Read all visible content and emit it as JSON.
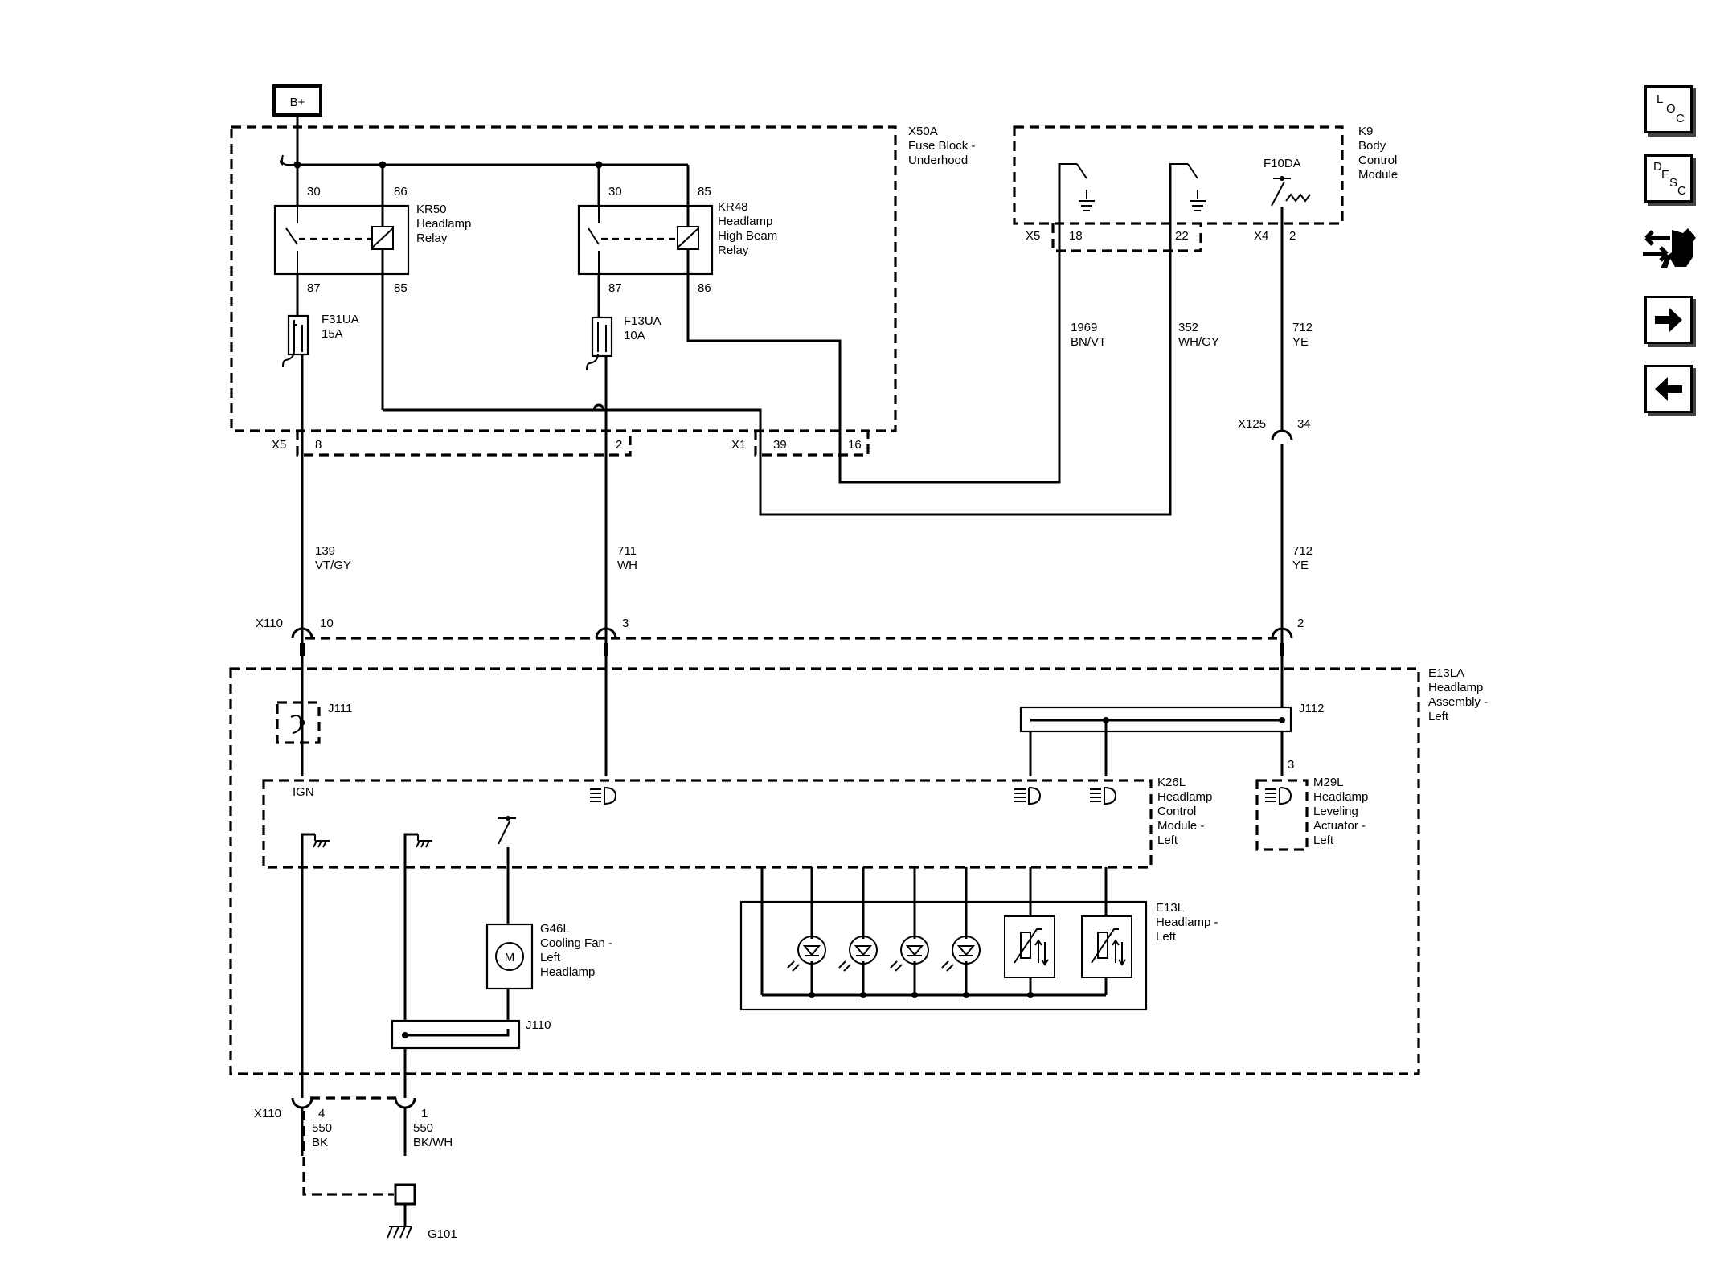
{
  "power": {
    "label": "B+"
  },
  "fuse_block": {
    "name": "X50A Fuse Block - Underhood",
    "name_lines": [
      "X50A",
      "Fuse Block -",
      "Underhood"
    ],
    "relay1": {
      "lines": [
        "KR50",
        "Headlamp",
        "Relay"
      ],
      "pins": [
        "30",
        "86",
        "87",
        "85"
      ]
    },
    "relay2": {
      "lines": [
        "KR48",
        "Headlamp",
        "High Beam",
        "Relay"
      ],
      "pins": [
        "30",
        "85",
        "87",
        "86"
      ]
    },
    "fuse1": {
      "lines": [
        "F31UA",
        "15A"
      ]
    },
    "fuse2": {
      "lines": [
        "F13UA",
        "10A"
      ]
    },
    "conn_x5": {
      "label": "X5",
      "pins": [
        "8",
        "2"
      ]
    },
    "conn_x1": {
      "label": "X1",
      "pins": [
        "39",
        "16"
      ]
    }
  },
  "bcm": {
    "lines": [
      "K9",
      "Body",
      "Control",
      "Module"
    ],
    "fuse_label": "F10DA",
    "conn_x5": {
      "label": "X5",
      "pins": [
        "18",
        "22"
      ]
    },
    "conn_x4": {
      "label": "X4",
      "pins": [
        "2"
      ]
    }
  },
  "wires": {
    "w1969": [
      "1969",
      "BN/VT"
    ],
    "w352": [
      "352",
      "WH/GY"
    ],
    "w712a": [
      "712",
      "YE"
    ],
    "w712b": [
      "712",
      "YE"
    ],
    "w139": [
      "139",
      "VT/GY"
    ],
    "w711": [
      "711",
      "WH"
    ],
    "w550a": [
      "550",
      "BK"
    ],
    "w550b": [
      "550",
      "BK/WH"
    ]
  },
  "connectors": {
    "x125": {
      "label": "X125",
      "pin": "34"
    },
    "x110_top": {
      "label": "X110",
      "pins": [
        "10",
        "3",
        "2"
      ]
    },
    "x110_bottom": {
      "label": "X110",
      "pins": [
        "4",
        "1"
      ]
    }
  },
  "headlamp_assembly": {
    "lines": [
      "E13LA",
      "Headlamp",
      "Assembly -",
      "Left"
    ],
    "j111": "J111",
    "j112": "J112",
    "j110": "J110",
    "ign_label": "IGN",
    "pin3": "3",
    "control_module": {
      "lines": [
        "K26L",
        "Headlamp",
        "Control",
        "Module -",
        "Left"
      ]
    },
    "leveling_actuator": {
      "lines": [
        "M29L",
        "Headlamp",
        "Leveling",
        "Actuator -",
        "Left"
      ]
    },
    "cooling_fan": {
      "lines": [
        "G46L",
        "Cooling Fan -",
        "Left",
        "Headlamp"
      ],
      "motor_symbol": "M"
    },
    "headlamp": {
      "lines": [
        "E13L",
        "Headlamp -",
        "Left"
      ]
    }
  },
  "ground": {
    "label": "G101"
  },
  "nav": {
    "loc": [
      "L",
      "O",
      "C"
    ],
    "desc": [
      "D",
      "E",
      "S",
      "C"
    ],
    "icons": [
      "connector-swap-icon",
      "arrow-right-icon",
      "arrow-left-icon"
    ]
  }
}
